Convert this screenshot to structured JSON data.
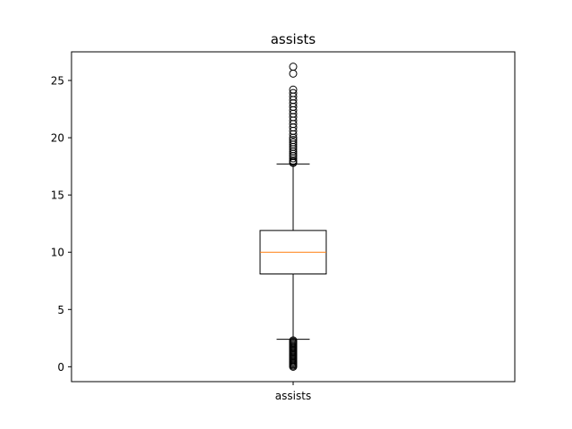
{
  "chart_data": {
    "type": "box",
    "title": "assists",
    "categories": [
      "assists"
    ],
    "xlabel": "",
    "ylabel": "",
    "ylim": [
      -1.3,
      27.5
    ],
    "yticks": [
      0,
      5,
      10,
      15,
      20,
      25
    ],
    "grid": false,
    "series": [
      {
        "category": "assists",
        "whisker_low": 2.4,
        "q1": 8.1,
        "median": 10.0,
        "q3": 11.9,
        "whisker_high": 17.7,
        "outliers": [
          0.0,
          0.1,
          0.2,
          0.3,
          0.4,
          0.5,
          0.6,
          0.7,
          0.8,
          0.9,
          1.0,
          1.1,
          1.2,
          1.3,
          1.4,
          1.5,
          1.6,
          1.7,
          1.8,
          1.9,
          2.0,
          2.1,
          2.2,
          2.3,
          17.8,
          17.9,
          18.0,
          18.2,
          18.4,
          18.6,
          18.8,
          19.0,
          19.2,
          19.4,
          19.6,
          19.8,
          20.0,
          20.3,
          20.6,
          20.9,
          21.2,
          21.5,
          21.8,
          22.1,
          22.4,
          22.7,
          23.0,
          23.3,
          23.6,
          23.9,
          24.2,
          25.6,
          26.2
        ]
      }
    ],
    "colors": {
      "box": "#000000",
      "median": "#ff7f0e",
      "axes": "#000000",
      "background": "#ffffff"
    }
  }
}
